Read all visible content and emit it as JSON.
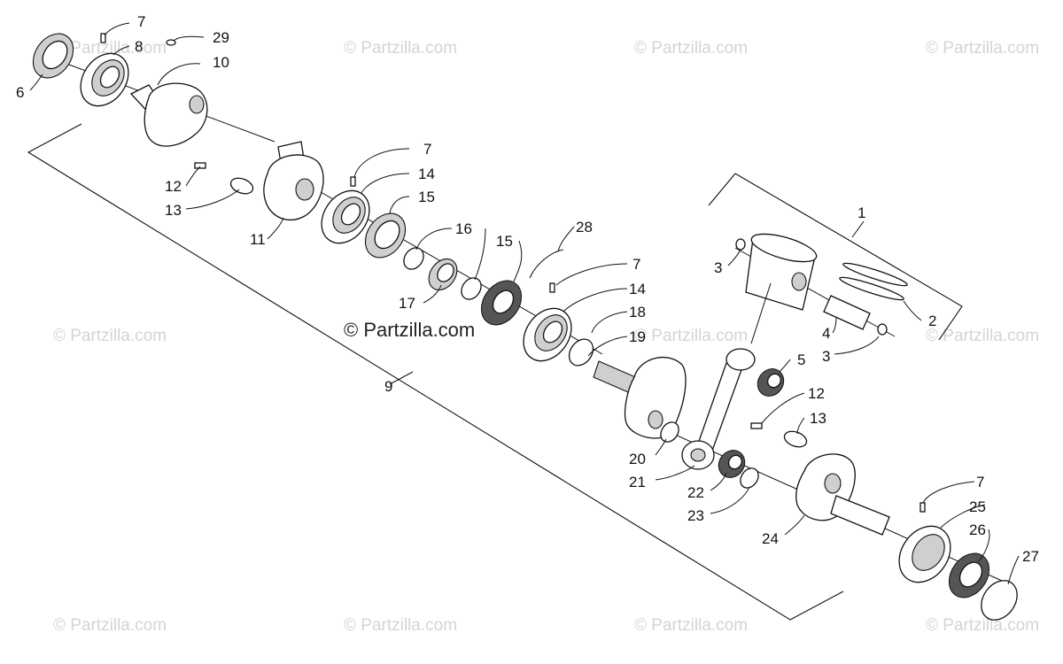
{
  "watermark": {
    "text": "© Partzilla.com",
    "center_text": "© Partzilla.com"
  },
  "callouts": {
    "c1": "1",
    "c2": "2",
    "c3a": "3",
    "c3b": "3",
    "c4": "4",
    "c5": "5",
    "c6": "6",
    "c7a": "7",
    "c7b": "7",
    "c7c": "7",
    "c7d": "7",
    "c8": "8",
    "c9": "9",
    "c10": "10",
    "c11": "11",
    "c12a": "12",
    "c12b": "12",
    "c13a": "13",
    "c13b": "13",
    "c14a": "14",
    "c14b": "14",
    "c15a": "15",
    "c15b": "15",
    "c16": "16",
    "c17": "17",
    "c18": "18",
    "c19": "19",
    "c20": "20",
    "c21": "21",
    "c22": "22",
    "c23": "23",
    "c24": "24",
    "c25": "25",
    "c26": "26",
    "c27": "27",
    "c28": "28",
    "c29": "29"
  },
  "icons": {
    "seal": "oil-seal-icon",
    "bearing": "ball-bearing-icon",
    "crank": "crank-half-icon",
    "piston": "piston-icon",
    "rod": "connecting-rod-icon"
  }
}
